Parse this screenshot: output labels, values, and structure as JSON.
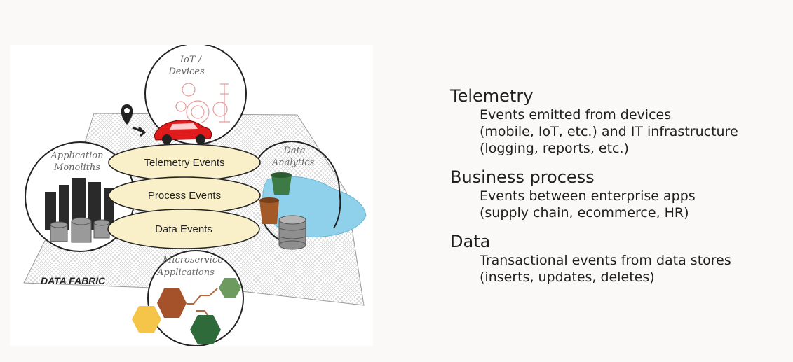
{
  "diagram": {
    "iot_label_1": "IoT /",
    "iot_label_2": "Devices",
    "app_label_1": "Application",
    "app_label_2": "Monoliths",
    "analytics_label_1": "Data",
    "analytics_label_2": "Analytics",
    "micro_label_1": "Microservice",
    "micro_label_2": "Applications",
    "fabric_label": "DATA FABRIC",
    "pills": [
      "Telemetry Events",
      "Process Events",
      "Data Events"
    ]
  },
  "sections": [
    {
      "title": "Telemetry",
      "lines": [
        "Events emitted from devices",
        "(mobile, IoT, etc.) and IT infrastructure",
        "(logging, reports, etc.)"
      ]
    },
    {
      "title": "Business process",
      "lines": [
        "Events between enterprise apps",
        "(supply chain, ecommerce, HR)"
      ]
    },
    {
      "title": "Data",
      "lines": [
        "Transactional events from data stores",
        "(inserts, updates, deletes)"
      ]
    }
  ],
  "colors": {
    "pill_fill": "#f9efc9",
    "car": "#e01b1b",
    "hex_yellow": "#f5c54a",
    "hex_brown": "#a5512a",
    "hex_dark_green": "#2f6a3a",
    "hex_light_green": "#6d9a5e",
    "water": "#8fd0ea",
    "bucket_green": "#3d7a45",
    "bucket_brown": "#a45a26"
  }
}
